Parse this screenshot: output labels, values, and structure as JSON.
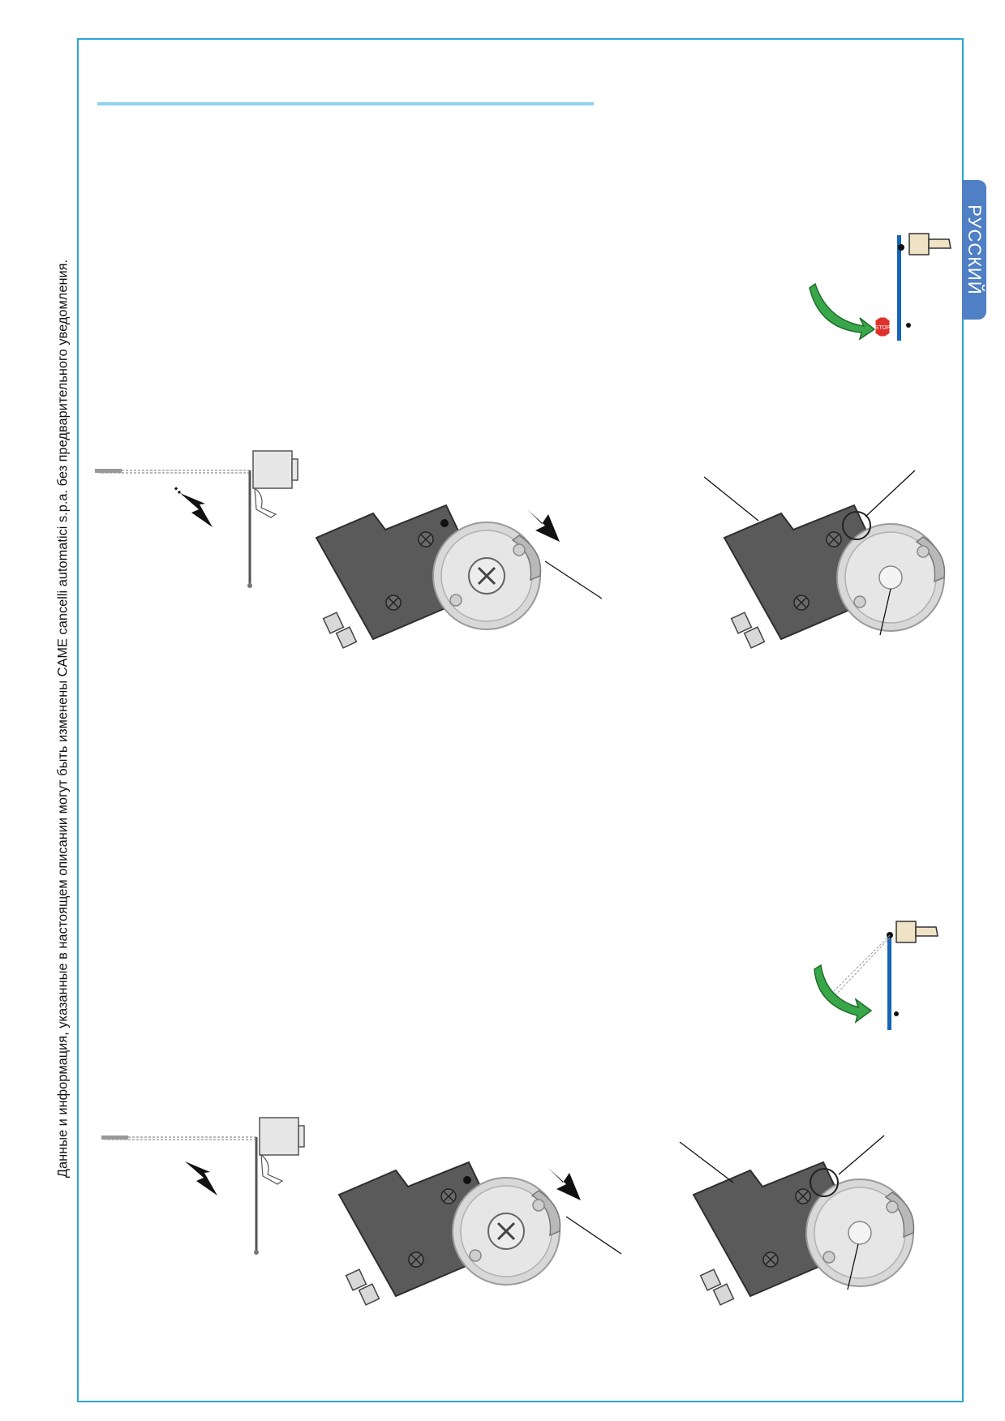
{
  "page": {
    "disclaimer": "Данные и информация, указанные в настоящем описании могут быть изменены CAME cancelli automatici s.p.a. без предварительного уведомления.",
    "language_tab": "РУССКИЙ",
    "stop_sign": "STOP"
  },
  "colors": {
    "frame": "#2aa6d6",
    "header_rule": "#8fd3ee",
    "language_tab": "#4f7fc4",
    "boom_blue": "#1565b4",
    "arrow_green": "#3aa64a",
    "stop_red": "#e0302a",
    "motor_grey": "#5c5c5c",
    "cam_grey": "#cfcfcf"
  },
  "icons": [
    "stop-sign-icon",
    "rotation-arrow-icon",
    "dashed-arrow-icon",
    "pointer-arrow-icon"
  ]
}
